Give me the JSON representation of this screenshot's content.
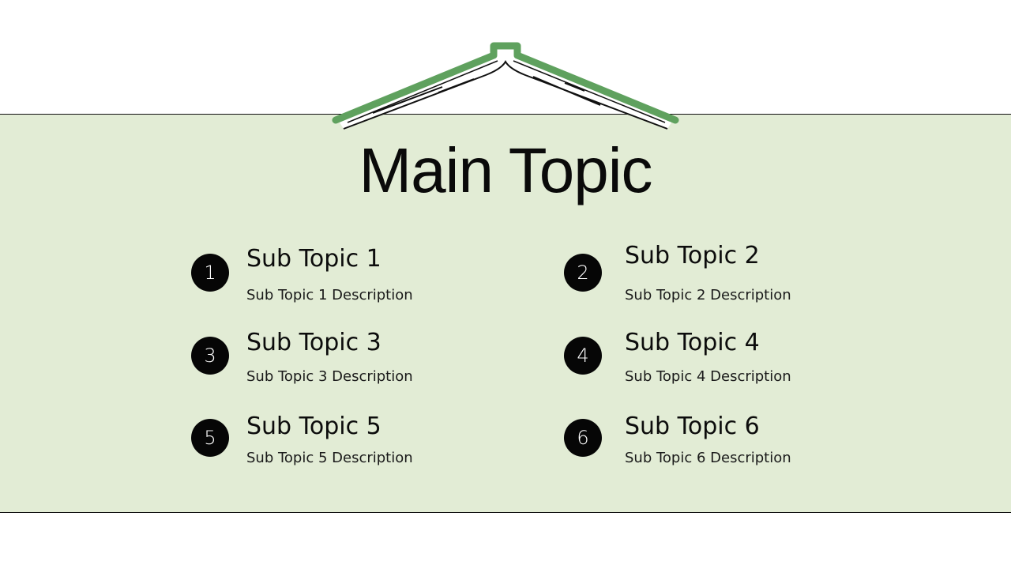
{
  "slide": {
    "title": "Main Topic",
    "colors": {
      "band": "#e2ecd5",
      "book_cover": "#5fa15e",
      "circle": "#060606",
      "text": "#0c0c0c"
    },
    "items": [
      {
        "number": "1",
        "title": "Sub Topic 1",
        "description": "Sub Topic 1 Description"
      },
      {
        "number": "2",
        "title": "Sub Topic 2",
        "description": "Sub Topic 2 Description"
      },
      {
        "number": "3",
        "title": "Sub Topic 3",
        "description": "Sub Topic 3 Description"
      },
      {
        "number": "4",
        "title": "Sub Topic 4",
        "description": "Sub Topic 4 Description"
      },
      {
        "number": "5",
        "title": "Sub Topic 5",
        "description": "Sub Topic 5 Description"
      },
      {
        "number": "6",
        "title": "Sub Topic 6",
        "description": "Sub Topic 6 Description"
      }
    ]
  }
}
